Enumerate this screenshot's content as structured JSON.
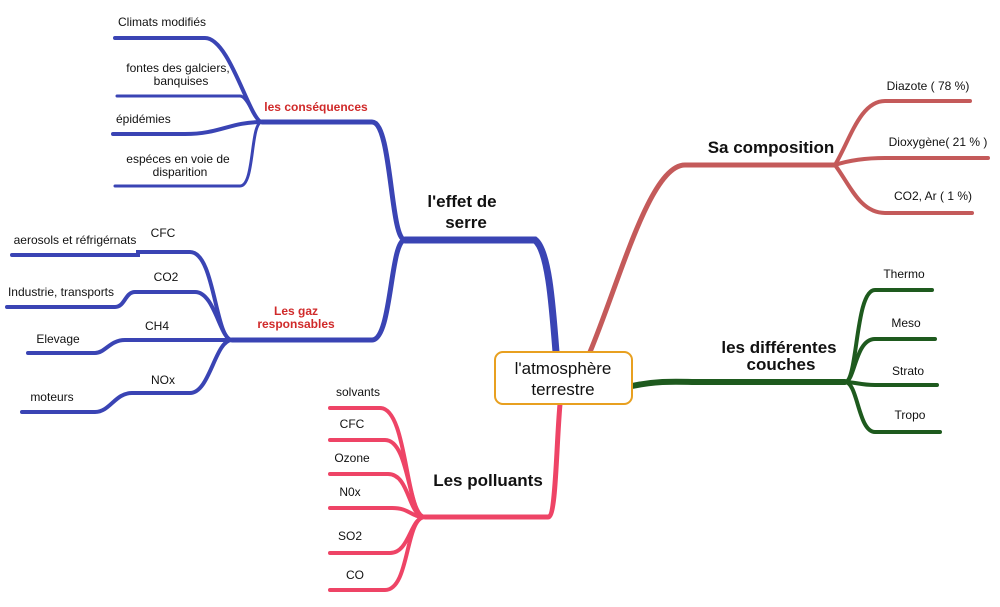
{
  "center": {
    "line1": "l'atmosphère",
    "line2": "terrestre"
  },
  "colors": {
    "effet": "#3a44b4",
    "polluants": "#ee4466",
    "composition": "#c45a5a",
    "couches": "#1e5a1e",
    "center_border": "#e8a020",
    "sub_label": "#d02a2a"
  },
  "effet": {
    "line1": "l'effet  de",
    "line2": "serre",
    "consequences": {
      "label": "les conséquences",
      "items": [
        {
          "l1": "Climats modifiés"
        },
        {
          "l1": "fontes  des  galciers,",
          "l2": "banquises"
        },
        {
          "l1": "épidémies"
        },
        {
          "l1": "espéces  en  voie  de",
          "l2": "disparition"
        }
      ]
    },
    "gaz": {
      "line1": "Les  gaz",
      "line2": "responsables",
      "items": [
        {
          "label": "CFC",
          "detail": "aerosols et réfrigérnats"
        },
        {
          "label": "CO2",
          "detail": "Industrie, transports"
        },
        {
          "label": "CH4",
          "detail": "Elevage"
        },
        {
          "label": "NOx",
          "detail": "moteurs"
        }
      ]
    }
  },
  "polluants": {
    "label": "Les polluants",
    "items": [
      "solvants",
      "CFC",
      "Ozone",
      "N0x",
      "SO2",
      "CO"
    ]
  },
  "composition": {
    "label": "Sa composition",
    "items": [
      "Diazote ( 78 %)",
      "Dioxygène( 21 % )",
      "CO2, Ar ( 1 %)"
    ]
  },
  "couches": {
    "line1": "les  différentes",
    "line2": "couches",
    "items": [
      "Thermo",
      "Meso",
      "Strato",
      "Tropo"
    ]
  }
}
